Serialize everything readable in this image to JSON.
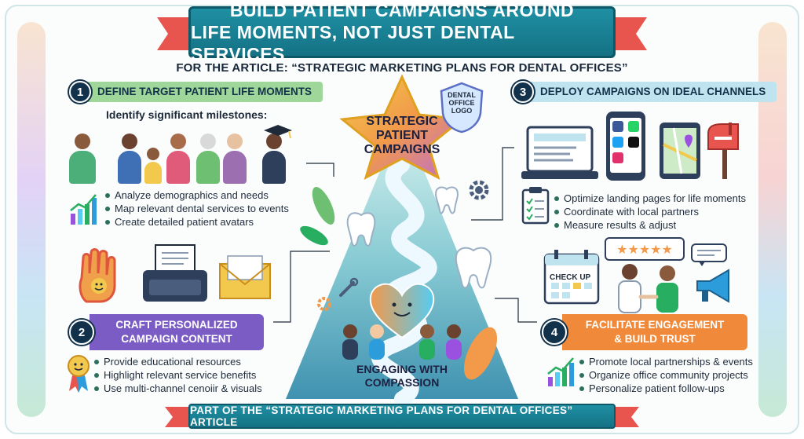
{
  "title": {
    "line1": "BUILD PATIENT CAMPAIGNS AROUND",
    "line2": "LIFE MOMENTS, NOT JUST DENTAL SERVICES"
  },
  "subtitle": "FOR THE ARTICLE: “STRATEGIC MARKETING PLANS FOR DENTAL OFFICES”",
  "steps": [
    {
      "number": "1",
      "label": "DEFINE TARGET PATIENT LIFE MOMENTS",
      "intro": "Identify significant milestones:",
      "bullets": [
        "Analyze demographics and needs",
        "Map relevant dental services to events",
        "Create detailed patient avatars"
      ]
    },
    {
      "number": "2",
      "label_line1": "CRAFT PERSONALIZED",
      "label_line2": "CAMPAIGN CONTENT",
      "bullets": [
        "Provide educational resources",
        "Highlight relevant service benefits",
        "Use multi-channel cenoiir & visuals"
      ]
    },
    {
      "number": "3",
      "label": "DEPLOY CAMPAIGNS ON IDEAL CHANNELS",
      "bullets": [
        "Optimize landing pages for life moments",
        "Coordinate with local partners",
        "Measure results & adjust"
      ]
    },
    {
      "number": "4",
      "label_line1": "FACILITATE ENGAGEMENT",
      "label_line2": "& BUILD TRUST",
      "bullets": [
        "Promote local partnerships & events",
        "Organize office community projects",
        "Personalize patient follow-ups"
      ]
    }
  ],
  "center": {
    "top_line1": "STRATEGIC",
    "top_line2": "PATIENT",
    "top_line3": "CAMPAIGNS",
    "bottom_line1": "ENGAGING WITH",
    "bottom_line2": "COMPASSION",
    "logo_line1": "DENTAL",
    "logo_line2": "OFFICE",
    "logo_line3": "LOGO"
  },
  "checkup_label": "CHECK UP",
  "footer": "PART OF THE “STRATEGIC MARKETING PLANS FOR DENTAL OFFICES” ARTICLE",
  "colors": {
    "teal_banner": "#1f8fa3",
    "step1": "#9fd69a",
    "step2": "#7b5cc4",
    "step3": "#bfe3ef",
    "step4": "#f08a3a",
    "ribbon_red": "#e8554e"
  },
  "icons": [
    "star-icon",
    "tooth-icon",
    "gear-icon",
    "heart-icon",
    "hand-icon",
    "typewriter-icon",
    "envelope-icon",
    "laptop-icon",
    "phone-icon",
    "map-icon",
    "mailbox-icon",
    "clipboard-icon",
    "calendar-icon",
    "megaphone-icon",
    "chart-icon",
    "smiley-medal-icon",
    "graduation-cap-icon"
  ]
}
